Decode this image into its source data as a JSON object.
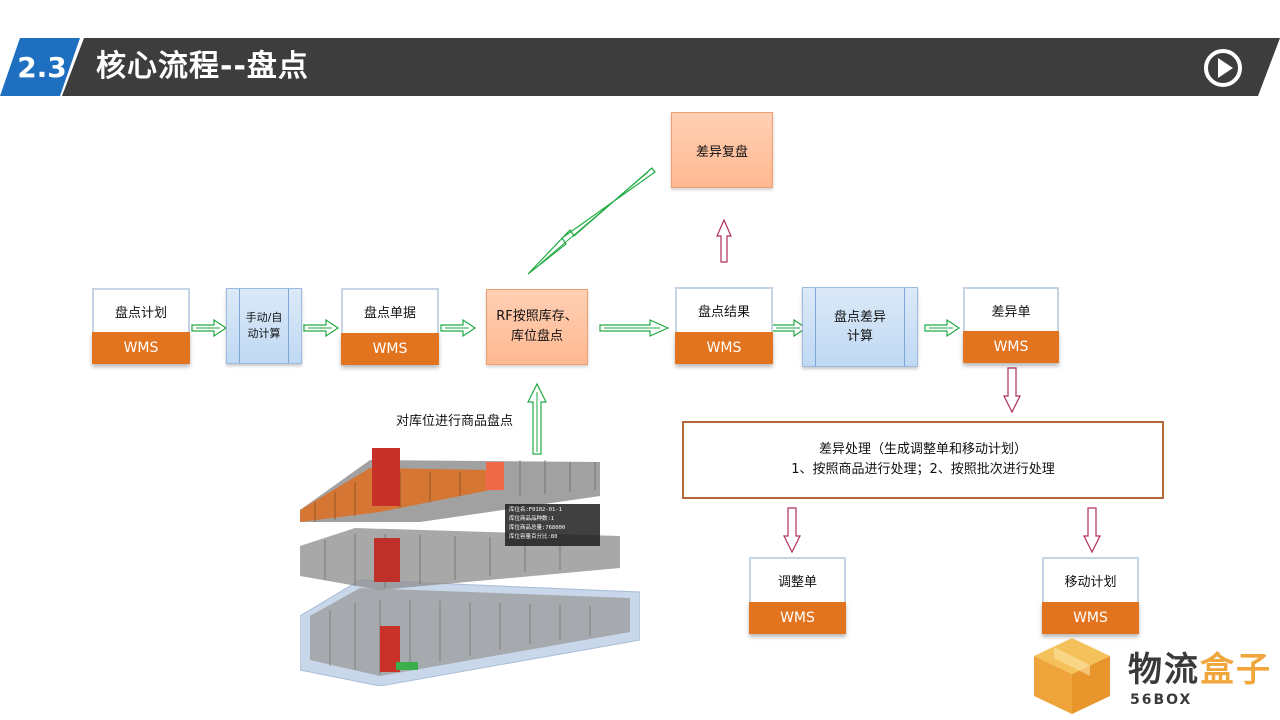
{
  "header": {
    "section_number": "2.3",
    "title": "核心流程--盘点",
    "play_icon": "play-circle-icon"
  },
  "nodes": {
    "plan": {
      "label": "盘点计划",
      "system": "WMS"
    },
    "calc_manual": {
      "line1": "手动/自",
      "line2": "动计算"
    },
    "document": {
      "label": "盘点单据",
      "system": "WMS"
    },
    "rf_count": {
      "line1": "RF按照库存、",
      "line2": "库位盘点"
    },
    "recount": {
      "label": "差异复盘"
    },
    "result": {
      "label": "盘点结果",
      "system": "WMS"
    },
    "diff_calc": {
      "line1": "盘点差异",
      "line2": "计算"
    },
    "diff_order": {
      "label": "差异单",
      "system": "WMS"
    },
    "diff_process": {
      "line1": "差异处理（生成调整单和移动计划）",
      "line2": "1、按照商品进行处理；2、按照批次进行处理"
    },
    "adjust": {
      "label": "调整单",
      "system": "WMS"
    },
    "move_plan": {
      "label": "移动计划",
      "system": "WMS"
    }
  },
  "caption": "对库位进行商品盘点",
  "warehouse_tooltip": {
    "line1": "库位名:F0102-01-1",
    "line2": "库位商品品种数:1",
    "line3": "库位商品总量:768000",
    "line4": "库位容量百分比:80"
  },
  "logo": {
    "text_dark": "物流",
    "text_accent": "盒子",
    "sub": "56BOX",
    "icon": "box-logo-icon"
  },
  "colors": {
    "header_bg": "#3d3d3d",
    "section_badge": "#1f6fc0",
    "wms_orange": "#e3741f",
    "calc_blue": "#c0d9f3",
    "peach": "#ffb890",
    "arrow_green": "#22aa44",
    "arrow_crimson": "#b0305a",
    "process_border": "#b5673a"
  }
}
